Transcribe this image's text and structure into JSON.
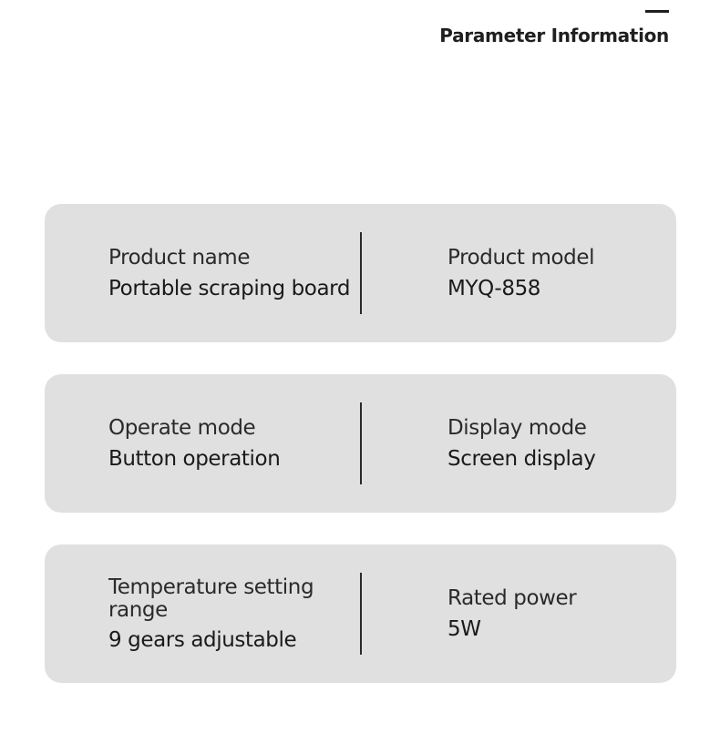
{
  "header": {
    "title": "Parameter Information"
  },
  "cards": [
    {
      "left": {
        "label": "Product name",
        "value": "Portable scraping board"
      },
      "right": {
        "label": "Product model",
        "value": "MYQ-858"
      }
    },
    {
      "left": {
        "label": "Operate mode",
        "value": "Button operation"
      },
      "right": {
        "label": "Display mode",
        "value": "Screen display"
      }
    },
    {
      "left": {
        "label": "Temperature setting range",
        "value": "9 gears adjustable"
      },
      "right": {
        "label": "Rated power",
        "value": "5W"
      }
    }
  ],
  "colors": {
    "card_background": "#e0e0e0",
    "text": "#1f1f1f",
    "page_background": "#ffffff"
  }
}
